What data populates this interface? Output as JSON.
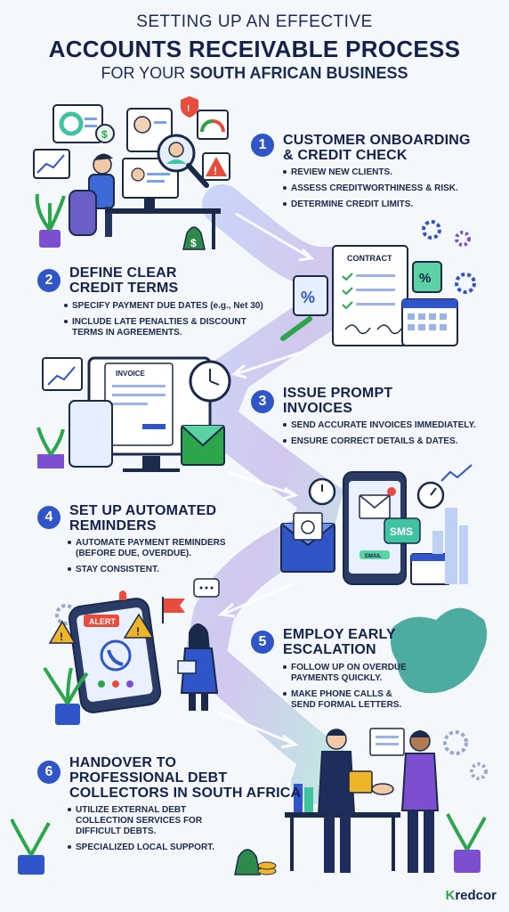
{
  "header": {
    "line1": "SETTING UP AN EFFECTIVE",
    "line2": "ACCOUNTS RECEIVABLE PROCESS",
    "line3_prefix": "FOR YOUR ",
    "line3_bold": "SOUTH AFRICAN BUSINESS"
  },
  "steps": [
    {
      "number": "1",
      "title_l1": "CUSTOMER ONBOARDING",
      "title_l2": "& CREDIT CHECK",
      "bullets": [
        "REVIEW NEW CLIENTS.",
        "ASSESS CREDITWORTHINESS & RISK.",
        "DETERMINE CREDIT LIMITS."
      ]
    },
    {
      "number": "2",
      "title_l1": "DEFINE CLEAR",
      "title_l2": "CREDIT TERMS",
      "bullets": [
        "SPECIFY PAYMENT DUE DATES (e.g., Net 30)",
        "INCLUDE LATE PENALTIES & DISCOUNT",
        "TERMS IN AGREEMENTS."
      ]
    },
    {
      "number": "3",
      "title_l1": "ISSUE PROMPT",
      "title_l2": "INVOICES",
      "bullets": [
        "SEND ACCURATE INVOICES IMMEDIATELY.",
        "ENSURE CORRECT DETAILS & DATES."
      ]
    },
    {
      "number": "4",
      "title_l1": "SET UP AUTOMATED",
      "title_l2": "REMINDERS",
      "bullets": [
        "AUTOMATE PAYMENT REMINDERS",
        "(BEFORE DUE, OVERDUE).",
        "STAY CONSISTENT."
      ]
    },
    {
      "number": "5",
      "title_l1": "EMPLOY EARLY",
      "title_l2": "ESCALATION",
      "bullets": [
        "FOLLOW UP ON OVERDUE",
        "PAYMENTS QUICKLY.",
        "MAKE PHONE CALLS &",
        "SEND FORMAL LETTERS."
      ]
    },
    {
      "number": "6",
      "title_l1": "HANDOVER TO",
      "title_l2": "PROFESSIONAL DEBT",
      "title_l3": "COLLECTORS IN SOUTH AFRICA",
      "bullets": [
        "UTILIZE EXTERNAL DEBT",
        "COLLECTION SERVICES FOR",
        "DIFFICULT DEBTS.",
        "SPECIALIZED LOCAL SUPPORT."
      ]
    }
  ],
  "illustration_labels": {
    "contract": "CONTRACT",
    "invoice": "INVOICE",
    "sms": "SMS",
    "email": "EMAIL",
    "alert": "ALERT",
    "percent": "%"
  },
  "brand": {
    "mark": "K",
    "rest": "redcor"
  },
  "colors": {
    "navy": "#14224a",
    "accent_blue": "#2f55c8",
    "purple": "#7b4fd0",
    "green": "#2ba64b",
    "teal": "#3fb7a5"
  },
  "icons": [
    "dashboard-icon",
    "magnifier-icon",
    "warning-icon",
    "gauge-icon",
    "plant-icon",
    "money-bag-icon",
    "gear-icon",
    "contract-icon",
    "calendar-icon",
    "pen-icon",
    "clock-icon",
    "envelope-icon",
    "phone-icon",
    "bell-icon",
    "flag-icon",
    "south-africa-map-icon",
    "handshake-icon",
    "document-icon",
    "binder-icon"
  ]
}
